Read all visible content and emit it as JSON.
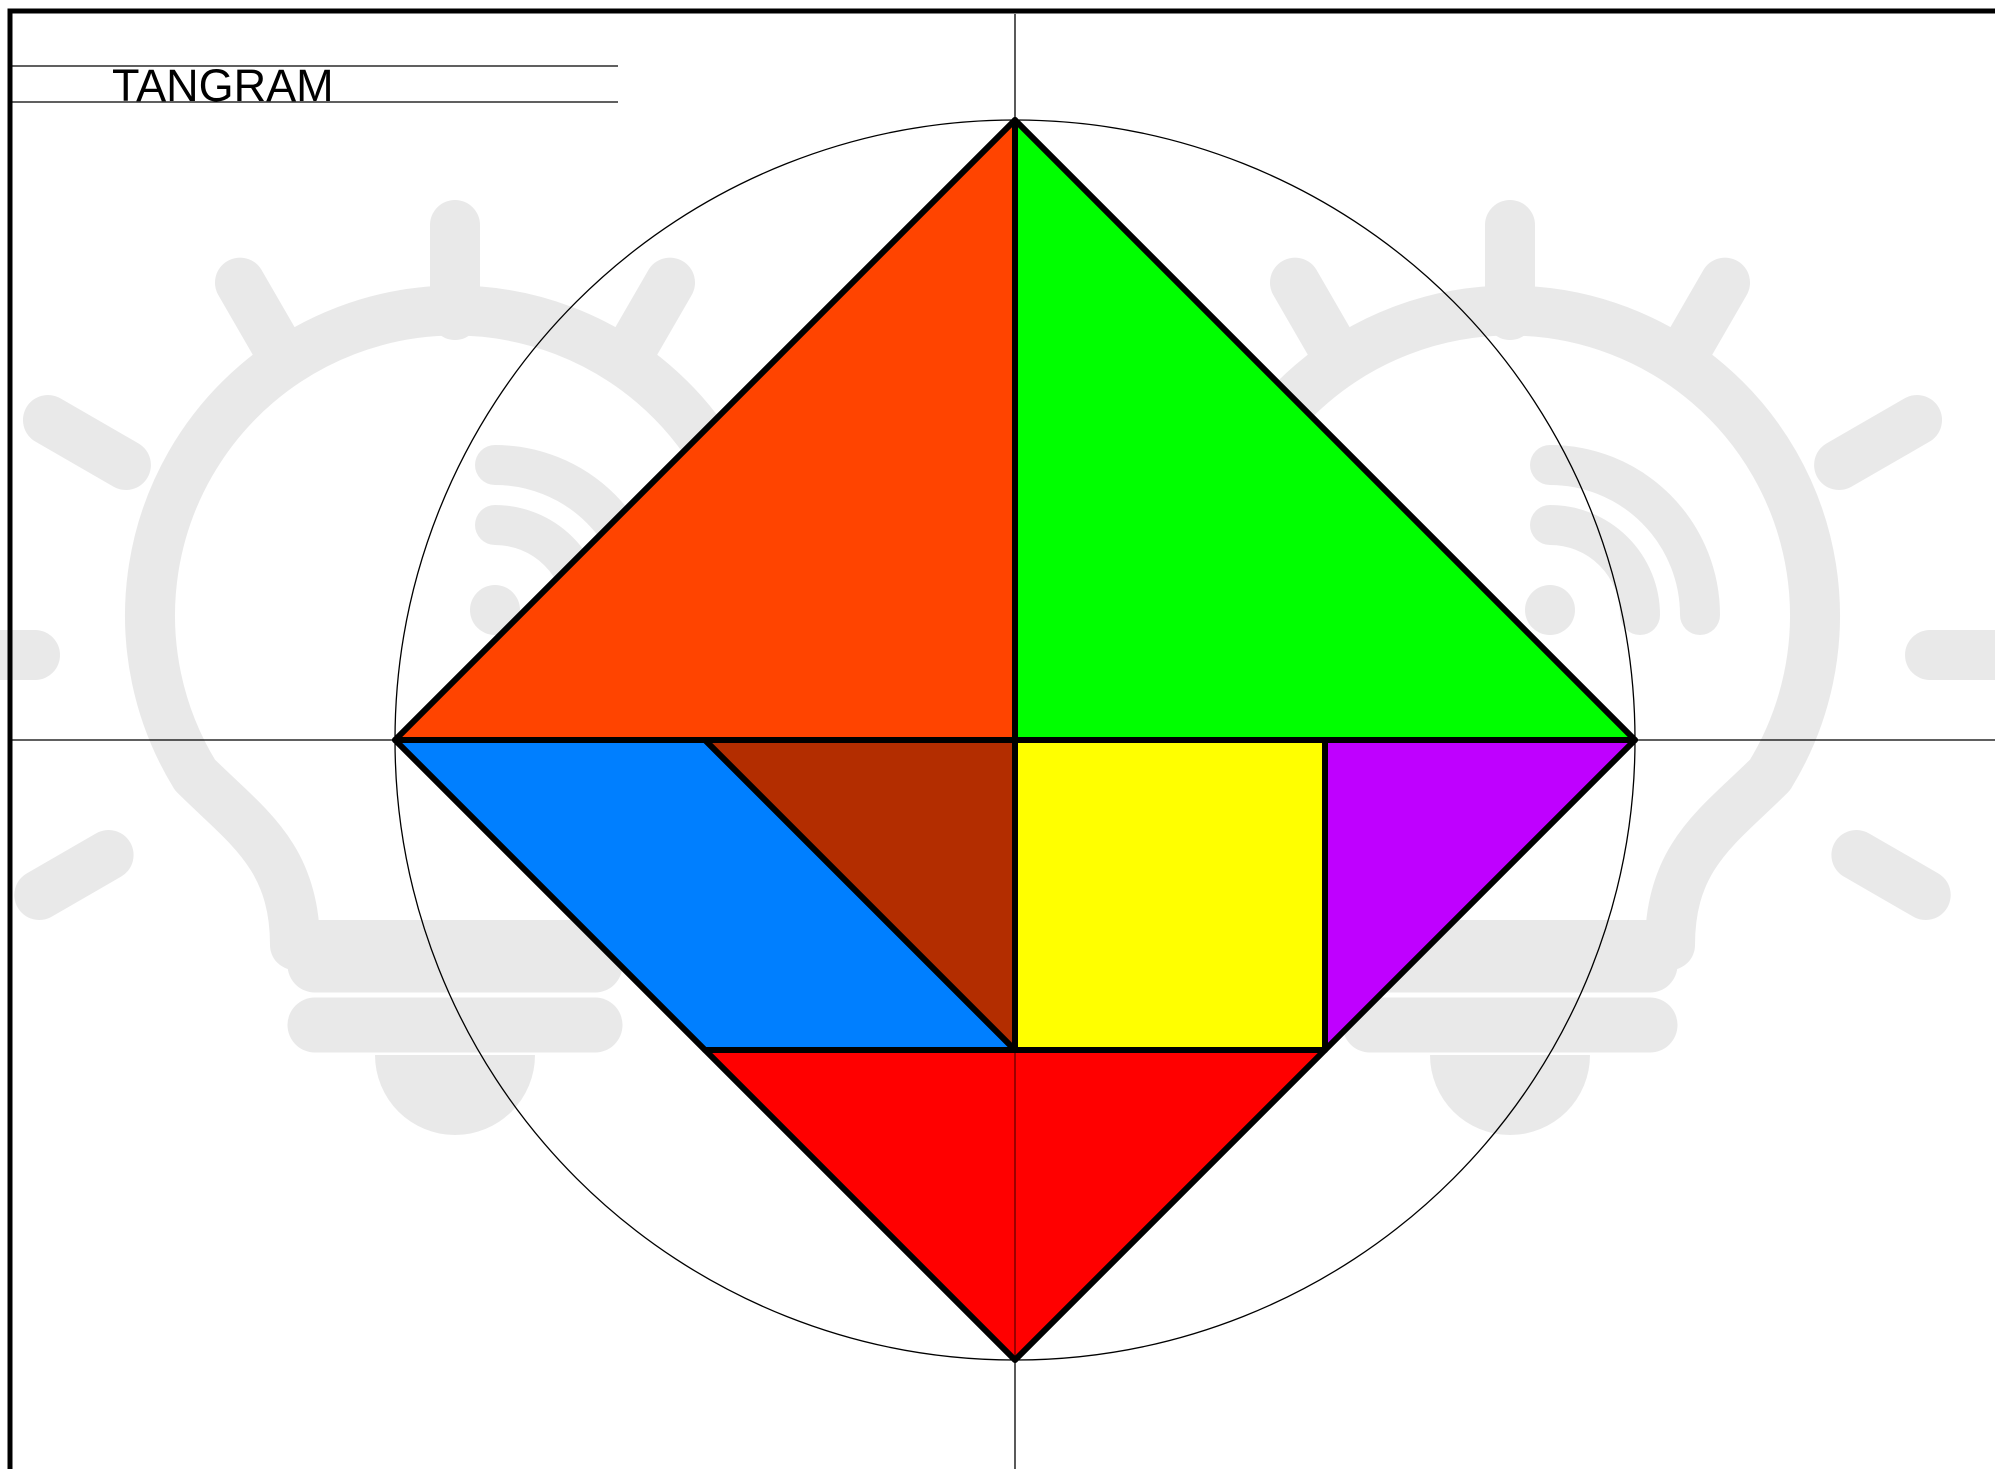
{
  "title": "TANGRAM",
  "colors": {
    "background": "#ffffff",
    "border": "#000000",
    "guide_lines": "#000000",
    "watermark": "#e9e9e9",
    "outline": "#000000"
  },
  "watermark": {
    "icon": "lightbulb-icon",
    "count": 2
  },
  "pieces": [
    {
      "id": "large-triangle-orange",
      "shape": "large triangle",
      "color": "#ff4400"
    },
    {
      "id": "large-triangle-green",
      "shape": "large triangle",
      "color": "#00ff00"
    },
    {
      "id": "parallelogram-blue",
      "shape": "parallelogram",
      "color": "#007fff"
    },
    {
      "id": "small-triangle-brown",
      "shape": "small triangle",
      "color": "#b32d00"
    },
    {
      "id": "square-yellow",
      "shape": "square",
      "color": "#ffff00"
    },
    {
      "id": "small-triangle-purple",
      "shape": "small triangle",
      "color": "#bf00ff"
    },
    {
      "id": "medium-triangle-red",
      "shape": "medium triangle",
      "color": "#ff0000"
    }
  ]
}
